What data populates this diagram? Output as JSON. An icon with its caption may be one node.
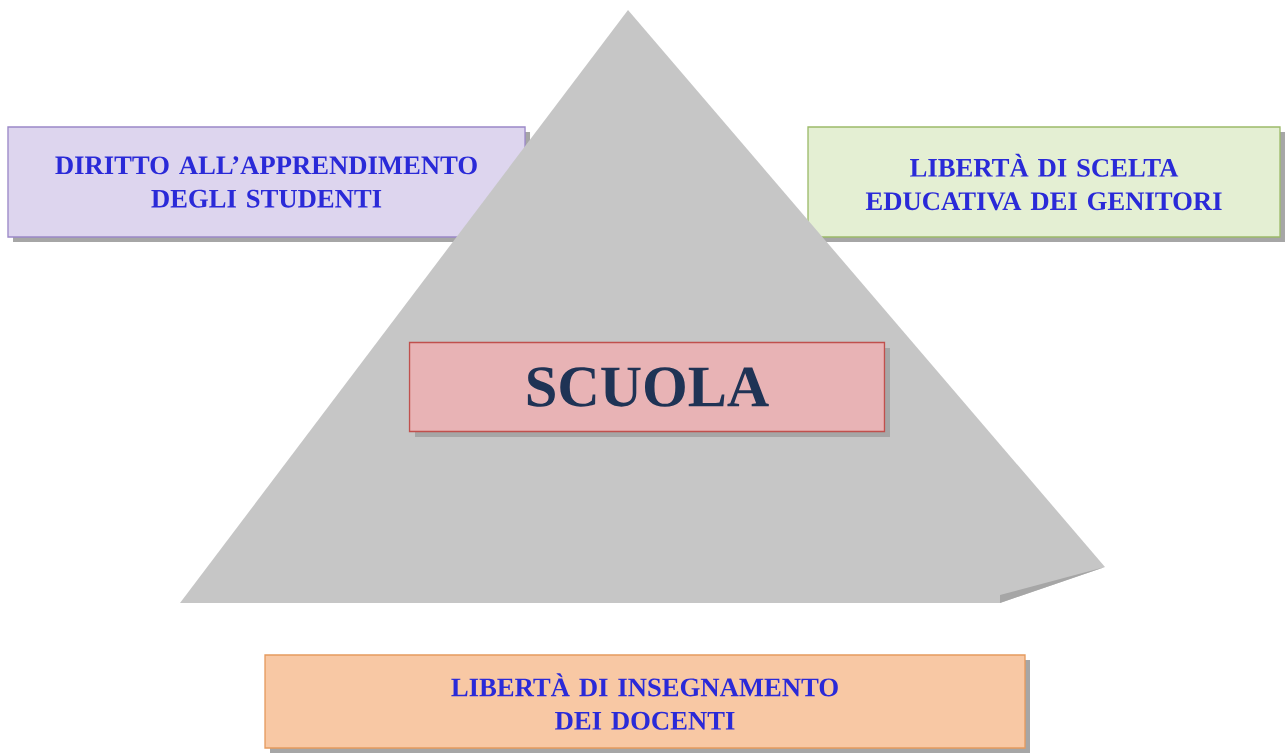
{
  "diagram": {
    "nodes": [
      {
        "text": [
          "DIRITTO ALL’APPRENDIMENTO DEGLI STUDENTI"
        ]
      },
      {
        "text": [
          "LIBERTÀ DI SCELTA EDUCATIVA DEI GENITORI"
        ]
      },
      {
        "text": [],
        "shape": "triangle"
      },
      {
        "text": [
          "SCUOLA"
        ],
        "in": 2
      },
      {
        "text": [
          "LIBERTÀ DI INSEGNAMENTO DEI DOCENTI"
        ]
      }
    ]
  }
}
